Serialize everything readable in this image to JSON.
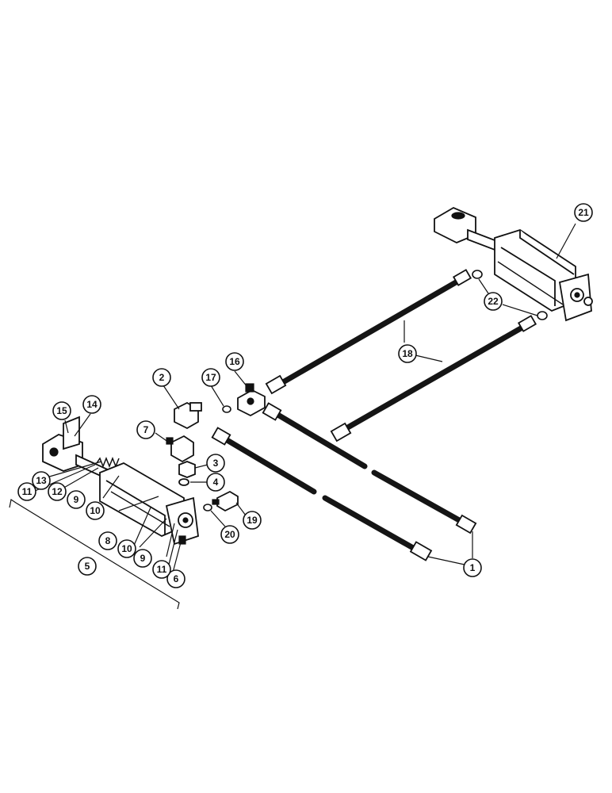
{
  "callouts": {
    "c1": "1",
    "c2": "2",
    "c3": "3",
    "c4": "4",
    "c5": "5",
    "c6": "6",
    "c7": "7",
    "c8": "8",
    "c9a": "9",
    "c9b": "9",
    "c10a": "10",
    "c10b": "10",
    "c11a": "11",
    "c11b": "11",
    "c12": "12",
    "c13": "13",
    "c14": "14",
    "c15": "15",
    "c16": "16",
    "c17": "17",
    "c18": "18",
    "c19": "19",
    "c20": "20",
    "c21": "21",
    "c22": "22"
  },
  "colors": {
    "line": "#111111",
    "background": "#ffffff"
  }
}
